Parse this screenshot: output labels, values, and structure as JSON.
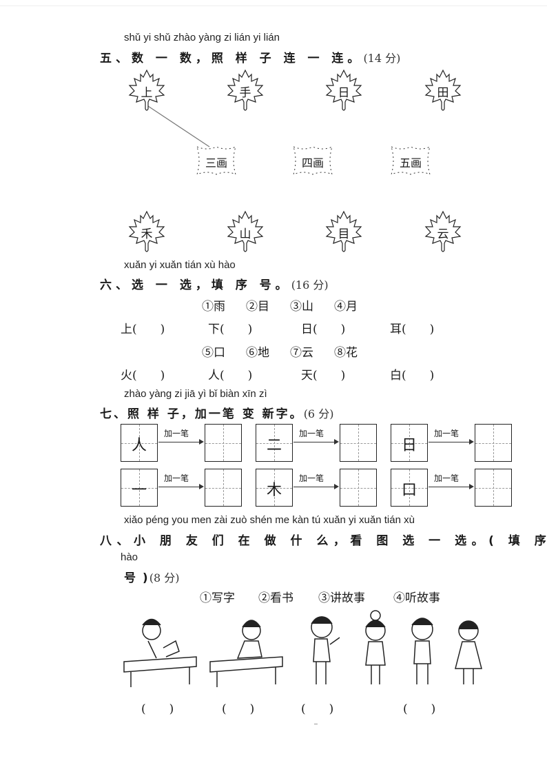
{
  "s5": {
    "pinyin": "shǔ yi shǔ   zhào yàng zi  lián yi lián",
    "title": "五、数 一 数，照  样 子 连 一 连。",
    "points": "(14 分)",
    "top_leaves": [
      "上",
      "手",
      "日",
      "田"
    ],
    "strokes": [
      "三画",
      "四画",
      "五画"
    ],
    "bottom_leaves": [
      "禾",
      "山",
      "目",
      "云"
    ]
  },
  "s6": {
    "pinyin": "xuǎn yi xuǎn   tián xù hào",
    "title": "六、选 一 选，填 序 号。",
    "points": "(16 分)",
    "options1": [
      "①雨",
      "②目",
      "③山",
      "④月"
    ],
    "row1": [
      "上(　　)",
      "下(　　)",
      "日(　　)",
      "耳(　　)"
    ],
    "options2": [
      "⑤口",
      "⑥地",
      "⑦云",
      "⑧花"
    ],
    "row2": [
      "火(　　)",
      "人(　　)",
      "天(　　)",
      "白(　　)"
    ]
  },
  "s7": {
    "pinyin": "zhào yàng zi   jiā yì bǐ biàn xīn zì",
    "title": "七、照  样 子，加一笔 变 新字。",
    "points": "(6 分)",
    "arrow_label": "加一笔",
    "chars": [
      "人",
      "二",
      "日",
      "一",
      "木",
      "口"
    ]
  },
  "s8": {
    "pinyin": "xiǎo péng you men zài zuò shén me   kàn tú xuǎn yi xuǎn          tián xù",
    "title": "八、小 朋 友 们 在 做 什 么，看 图 选 一 选。( 填 序",
    "pinyin2": "hào",
    "title2": "号 )",
    "points": "(8 分)",
    "options": [
      "①写字",
      "②看书",
      "③讲故事",
      "④听故事"
    ],
    "answers": [
      "(　　)",
      "(　　)",
      "(　　)",
      "(　　)"
    ]
  }
}
